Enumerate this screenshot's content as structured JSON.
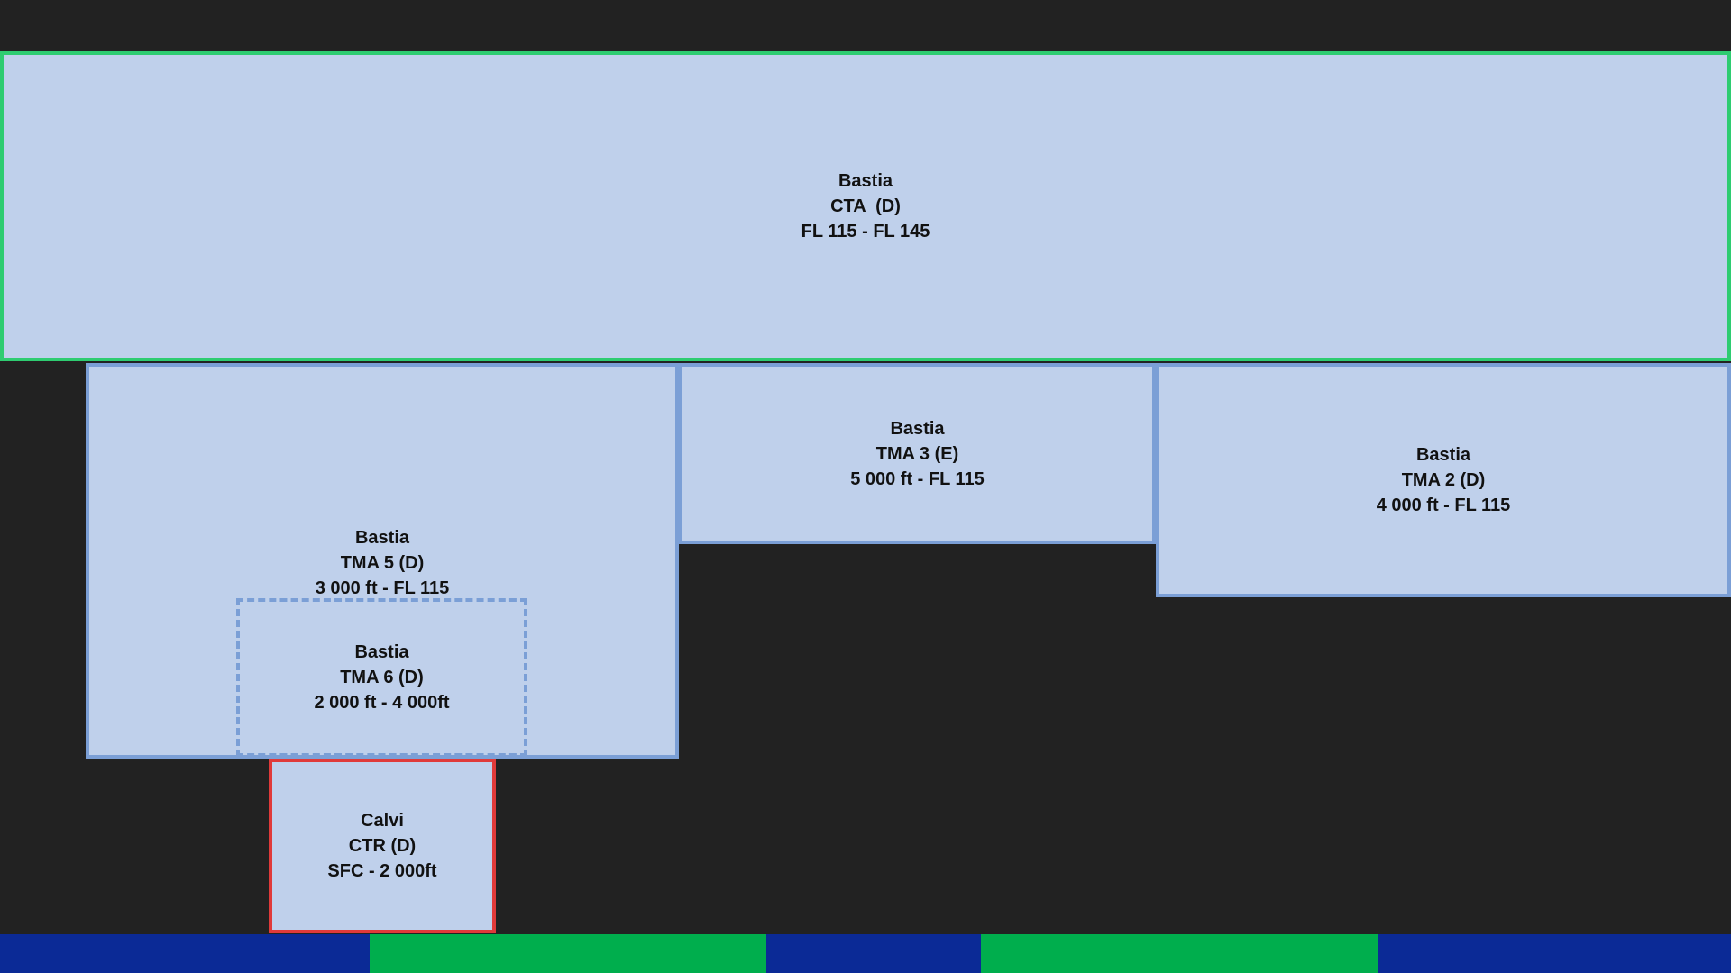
{
  "colors": {
    "background": "#222222",
    "zone_fill": "#bfd0eb",
    "cta_border": "#2ecc71",
    "tma_border": "#7b9fd6",
    "ctr_border": "#e03a3a",
    "footer_blue": "#0b2a96",
    "footer_green": "#00ae4d"
  },
  "zones": {
    "cta": {
      "city": "Bastia",
      "name": "CTA  (D)",
      "limits": "FL 115 - FL 145"
    },
    "tma5": {
      "city": "Bastia",
      "name": "TMA 5 (D)",
      "limits": "3 000 ft - FL 115"
    },
    "tma6": {
      "city": "Bastia",
      "name": "TMA 6 (D)",
      "limits": "2 000 ft - 4 000ft"
    },
    "tma3": {
      "city": "Bastia",
      "name": "TMA 3 (E)",
      "limits": "5 000 ft - FL 115"
    },
    "tma2": {
      "city": "Bastia",
      "name": "TMA 2 (D)",
      "limits": "4 000 ft - FL 115"
    },
    "ctr": {
      "city": "Calvi",
      "name": "CTR (D)",
      "limits": "SFC - 2 000ft"
    }
  }
}
